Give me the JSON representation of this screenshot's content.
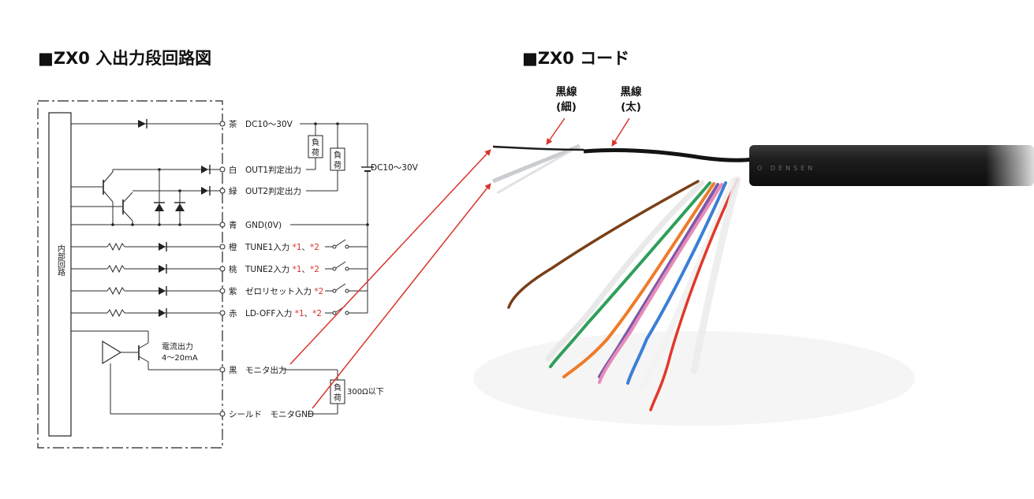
{
  "left_title": "■ZX0 入出力段回路図",
  "right_title": "■ZX0 コード",
  "internal_circuit": "内部回路",
  "terminals": {
    "brown": "茶　DC10～30V",
    "white": "白　OUT1判定出力",
    "green": "緑　OUT2判定出力",
    "blue": "青　GND(0V)",
    "orange_prefix": "橙　TUNE1入力 ",
    "pink_prefix": "桃　TUNE2入力 ",
    "purple_prefix": "紫　ゼロリセット入力 ",
    "red_prefix": "赤　LD-OFF入力 ",
    "star1": "*1",
    "sep": "、",
    "star2": "*2",
    "black": "黒　モニタ出力",
    "shield": "シールド　モニタGND"
  },
  "power_supply": "DC10～30V",
  "load_top": "負",
  "load_bottom": "荷",
  "current_output_line1": "電流出力",
  "current_output_line2": "4～20mA",
  "resistor_limit": "300Ω以下",
  "cable_labels": {
    "thin_line1": "黒線",
    "thin_line2": "(細)",
    "thick_line1": "黒線",
    "thick_line2": "(太)"
  },
  "cable_print": "O DENSEN",
  "colors": {
    "annotation_arrow": "#d9342b",
    "cable_jacket": "#1c1c1c"
  }
}
